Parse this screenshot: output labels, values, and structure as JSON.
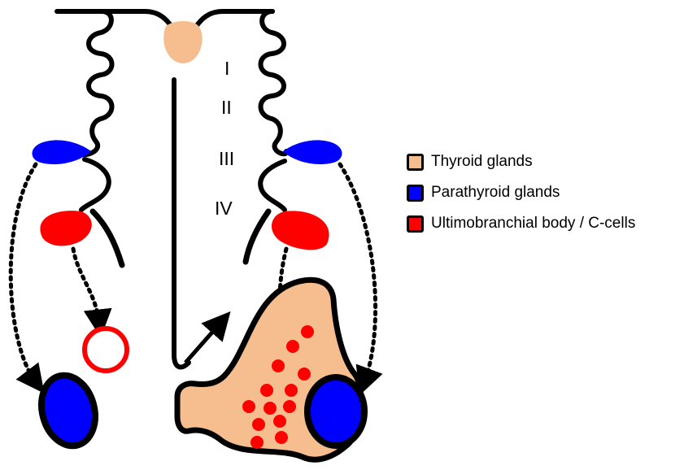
{
  "colors": {
    "thyroid": "#F6BE8E",
    "parathyroid": "#0000FF",
    "c_cells": "#FF0000",
    "outline": "#000000"
  },
  "pouch_labels": [
    "I",
    "II",
    "III",
    "IV"
  ],
  "legend": [
    {
      "label": "Thyroid glands",
      "color": "#F6BE8E"
    },
    {
      "label": "Parathyroid glands",
      "color": "#0000FF"
    },
    {
      "label": "Ultimobranchial body / C-cells",
      "color": "#FF0000"
    }
  ]
}
